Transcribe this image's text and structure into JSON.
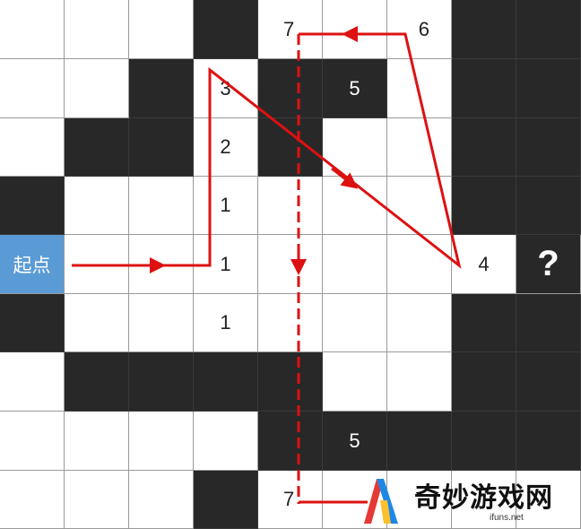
{
  "puzzle": {
    "start_label": "起点",
    "question_mark": "?",
    "rows": [
      [
        "w",
        "w",
        "w",
        "b",
        "w",
        "w",
        "w",
        "b",
        "b"
      ],
      [
        "w",
        "w",
        "b",
        "w",
        "b",
        "b",
        "w",
        "b",
        "b"
      ],
      [
        "w",
        "b",
        "b",
        "w",
        "b",
        "w",
        "w",
        "b",
        "b"
      ],
      [
        "b",
        "w",
        "w",
        "w",
        "w",
        "w",
        "w",
        "b",
        "b"
      ],
      [
        "s",
        "w",
        "w",
        "w",
        "w",
        "w",
        "w",
        "w",
        "q"
      ],
      [
        "b",
        "w",
        "w",
        "w",
        "w",
        "w",
        "w",
        "b",
        "b"
      ],
      [
        "w",
        "b",
        "b",
        "b",
        "b",
        "w",
        "w",
        "b",
        "b"
      ],
      [
        "w",
        "w",
        "w",
        "w",
        "b",
        "b",
        "b",
        "b",
        "b"
      ],
      [
        "w",
        "w",
        "w",
        "b",
        "w",
        "w",
        "w",
        "w",
        "w"
      ]
    ],
    "numbers": [
      {
        "row": 0,
        "col": 4,
        "text": "7",
        "align": "left"
      },
      {
        "row": 0,
        "col": 6,
        "text": "6",
        "align": "right"
      },
      {
        "row": 1,
        "col": 3,
        "text": "3",
        "align": "center"
      },
      {
        "row": 1,
        "col": 5,
        "text": "5",
        "align": "center"
      },
      {
        "row": 2,
        "col": 3,
        "text": "2",
        "align": "center"
      },
      {
        "row": 3,
        "col": 3,
        "text": "1",
        "align": "center"
      },
      {
        "row": 4,
        "col": 3,
        "text": "1",
        "align": "center"
      },
      {
        "row": 4,
        "col": 7,
        "text": "4",
        "align": "center"
      },
      {
        "row": 5,
        "col": 3,
        "text": "1",
        "align": "center"
      },
      {
        "row": 7,
        "col": 5,
        "text": "5",
        "align": "center"
      },
      {
        "row": 8,
        "col": 4,
        "text": "7",
        "align": "left"
      }
    ],
    "path_color": "#dd1111"
  },
  "watermark": {
    "name": "奇妙游戏网",
    "url": "ifuns.net"
  }
}
